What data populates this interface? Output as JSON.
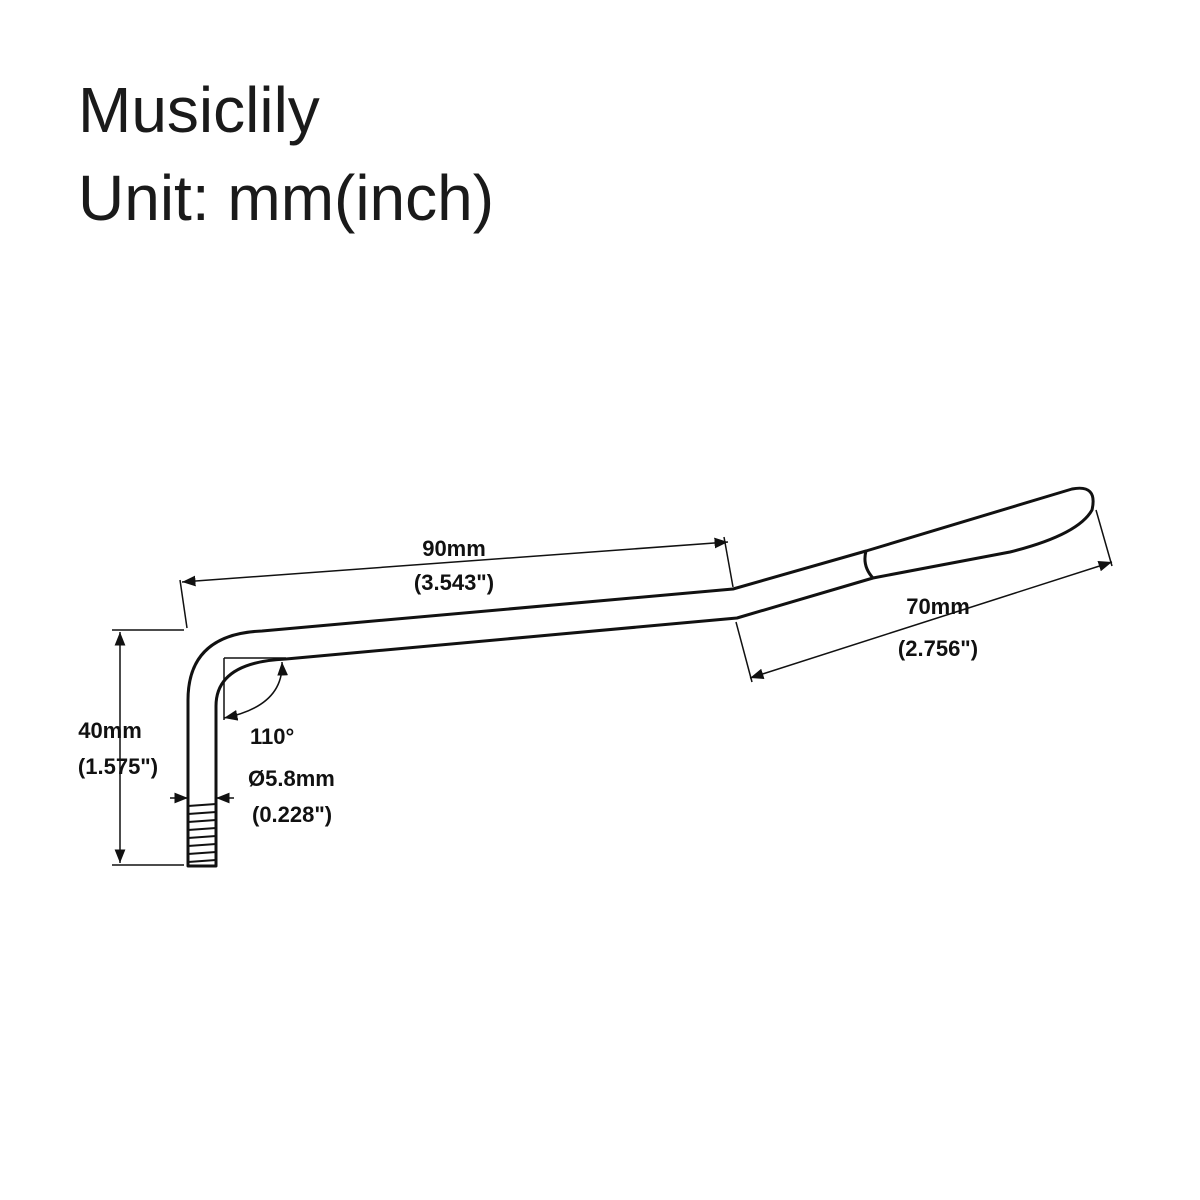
{
  "header": {
    "brand": "Musiclily",
    "unit": "Unit: mm(inch)"
  },
  "dimensions": {
    "arm_length": {
      "metric": "90mm",
      "imperial": "(3.543\")"
    },
    "grip_length": {
      "metric": "70mm",
      "imperial": "(2.756\")"
    },
    "shaft_height": {
      "metric": "40mm",
      "imperial": "(1.575\")"
    },
    "bend_angle": "110°",
    "diameter": {
      "metric": "Ø5.8mm",
      "imperial": "(0.228\")"
    }
  },
  "colors": {
    "line": "#111111",
    "background": "#ffffff"
  }
}
